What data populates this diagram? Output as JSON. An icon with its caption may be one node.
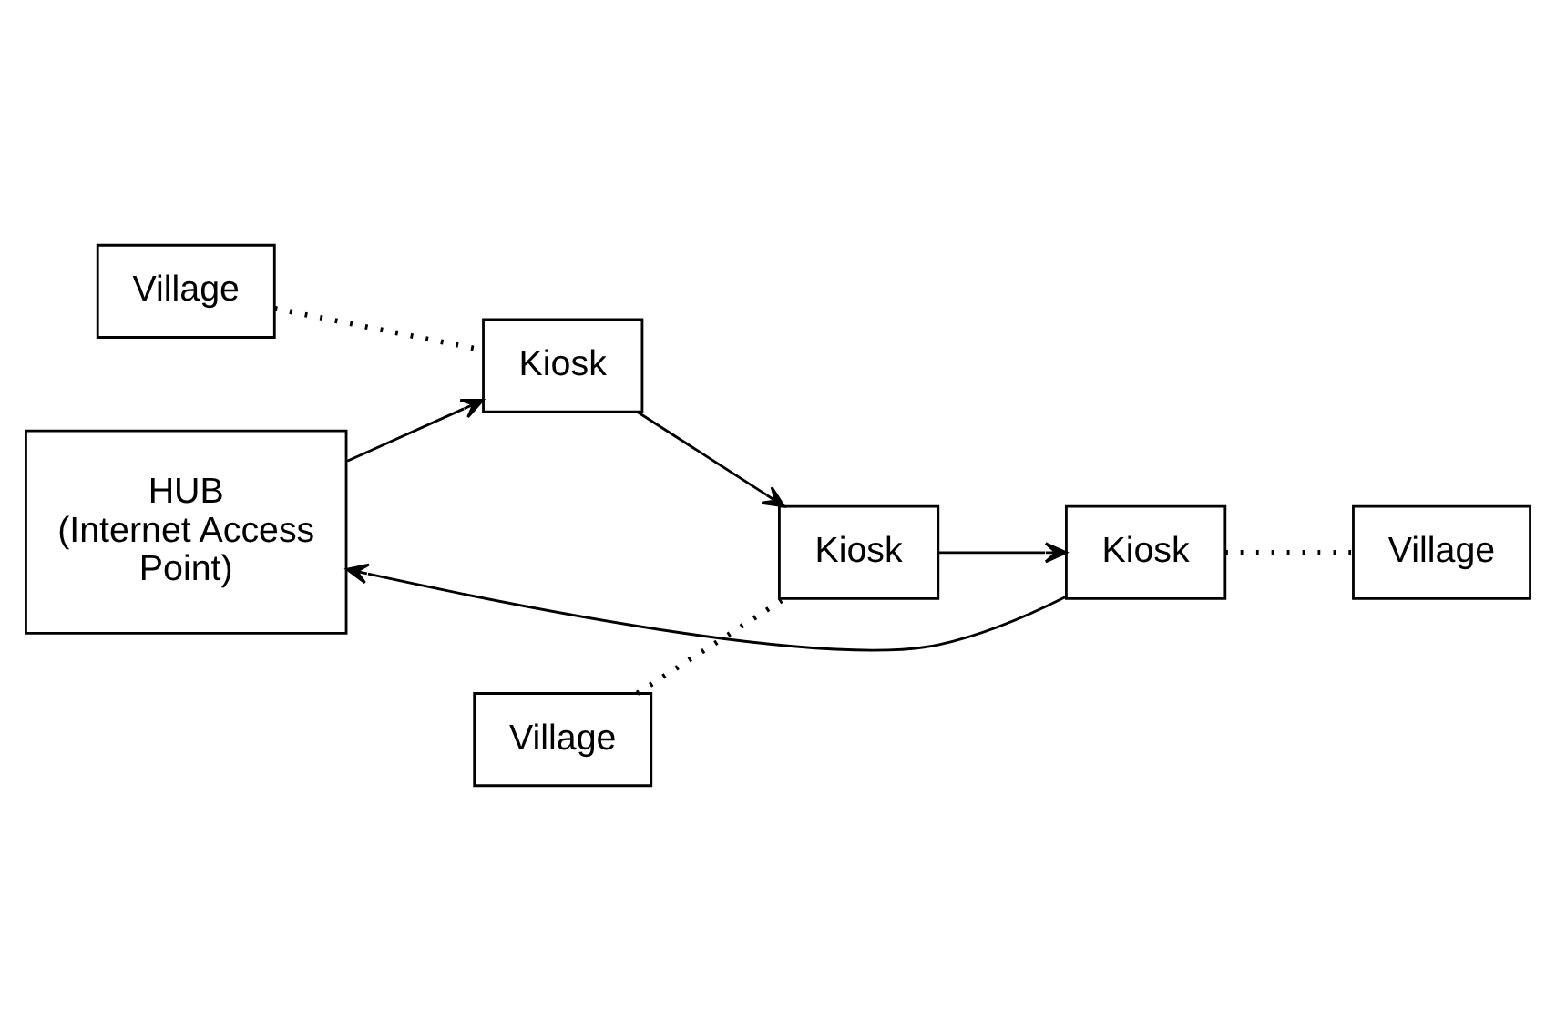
{
  "diagram": {
    "nodes": [
      {
        "text": [
          "Village"
        ]
      },
      {
        "text": [
          "Kiosk"
        ]
      },
      {
        "text": [
          "Village"
        ]
      },
      {
        "text": [
          "Kiosk"
        ]
      },
      {
        "text": [
          "HUB (Internet Access Point)"
        ]
      },
      {
        "text": [
          "Kiosk"
        ]
      },
      {
        "text": [
          "Village"
        ]
      }
    ],
    "edges": [
      {
        "from": 4,
        "to": 1,
        "arrow": "to"
      },
      {
        "from": 1,
        "to": 3,
        "arrow": "to"
      },
      {
        "from": 3,
        "to": 5,
        "arrow": "to"
      },
      {
        "from": 5,
        "to": 4,
        "arrow": "to"
      },
      {
        "from": 0,
        "to": 1,
        "arrow": "none",
        "style": "dashed"
      },
      {
        "from": 2,
        "to": 3,
        "arrow": "none",
        "style": "dashed"
      },
      {
        "from": 5,
        "to": 6,
        "arrow": "none",
        "style": "dashed"
      }
    ]
  }
}
